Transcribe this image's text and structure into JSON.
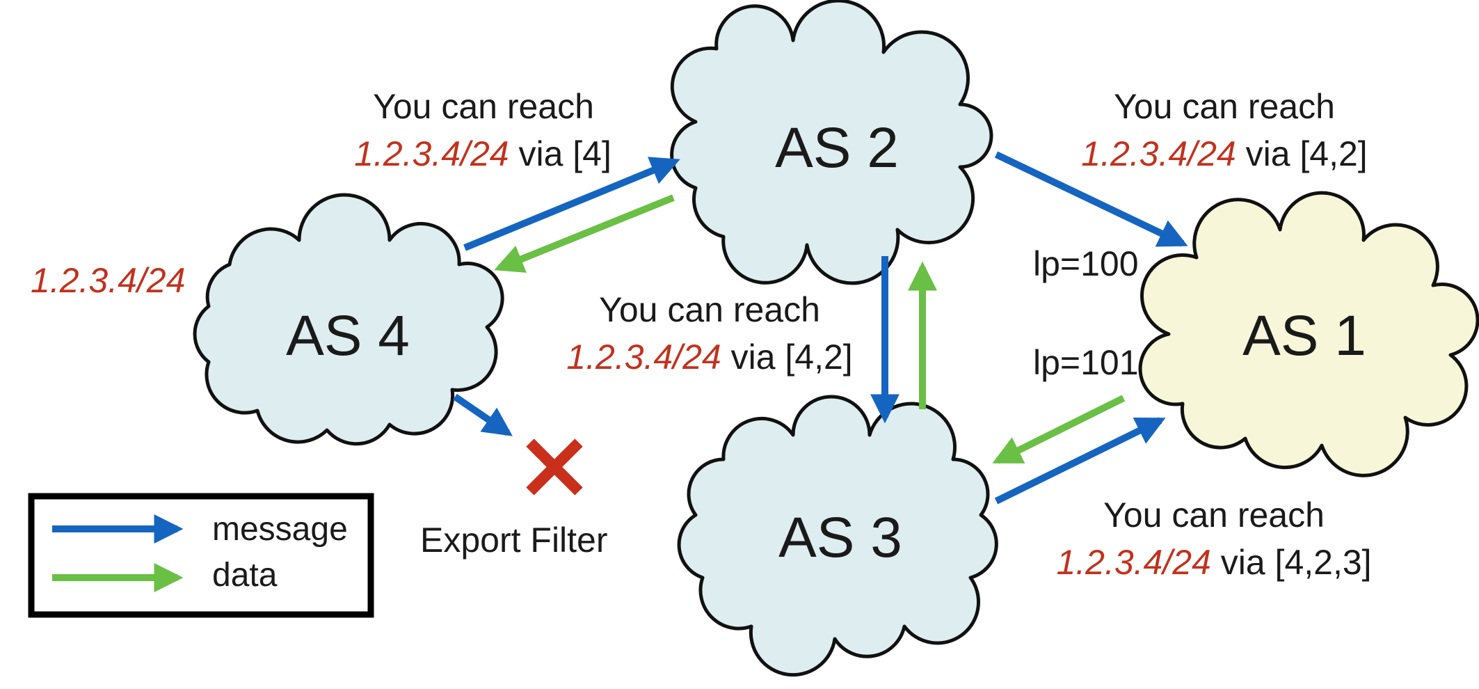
{
  "nodes": {
    "as1": "AS 1",
    "as2": "AS 2",
    "as3": "AS 3",
    "as4": "AS 4"
  },
  "origin_prefix": "1.2.3.4/24",
  "messages": {
    "as4_to_as2": {
      "line1": "You can reach",
      "prefix": "1.2.3.4/24",
      "suffix": " via [4]"
    },
    "as2_to_as1": {
      "line1": "You can reach",
      "prefix": "1.2.3.4/24",
      "suffix": " via [4,2]"
    },
    "as2_to_as3": {
      "line1": "You can reach",
      "prefix": "1.2.3.4/24",
      "suffix": " via [4,2]"
    },
    "as3_to_as1": {
      "line1": "You can reach",
      "prefix": "1.2.3.4/24",
      "suffix": " via [4,2,3]"
    }
  },
  "local_pref": {
    "from_as2": "lp=100",
    "from_as3": "lp=101"
  },
  "export_filter": "Export Filter",
  "legend": {
    "message": "message",
    "data": "data"
  },
  "colors": {
    "message": "#1565c0",
    "data": "#6abf45",
    "prefix": "#c1321e",
    "cloud_default": "#deedef",
    "cloud_as1": "#f8f6d9",
    "filter": "#c8301c"
  }
}
